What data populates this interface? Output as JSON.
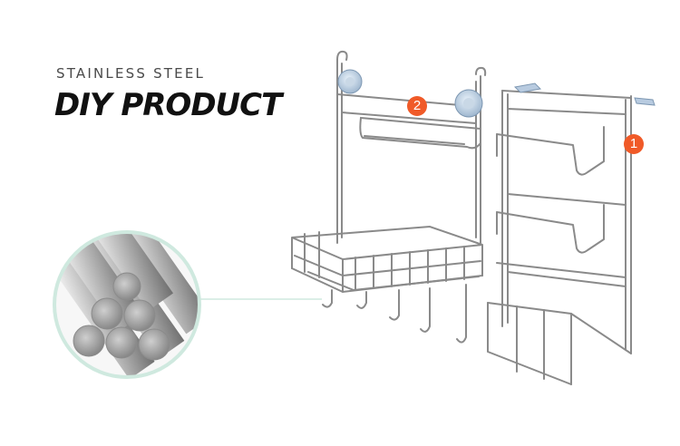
{
  "heading": {
    "subtitle": "STAINLESS STEEL",
    "title": "DIY PRODUCT"
  },
  "badges": [
    {
      "label": "2"
    },
    {
      "label": "1"
    }
  ],
  "colors": {
    "badge": "#f05a28",
    "circle_border": "#cfe9df",
    "wire": "#8a8a8a",
    "title": "#111111",
    "subtitle": "#4a4a4a"
  }
}
